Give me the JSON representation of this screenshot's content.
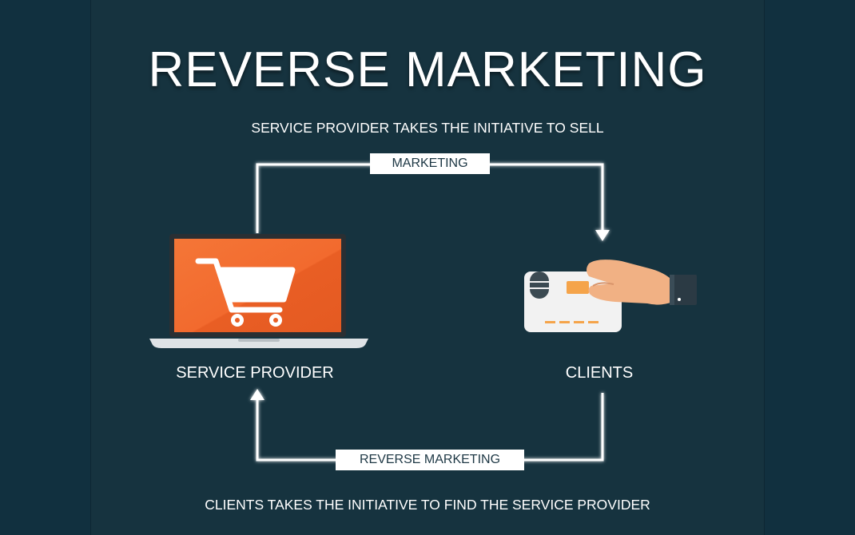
{
  "title": "REVERSE MARKETING",
  "top_caption": "SERVICE PROVIDER TAKES THE INITIATIVE TO SELL",
  "bottom_caption": "CLIENTS TAKES THE INITIATIVE TO FIND THE SERVICE PROVIDER",
  "nodes": {
    "provider": {
      "label": "SERVICE PROVIDER",
      "icon": "laptop-shopping-cart-icon"
    },
    "clients": {
      "label": "CLIENTS",
      "icon": "hand-holding-card-icon"
    }
  },
  "edges": {
    "marketing": {
      "label": "MARKETING",
      "from": "provider",
      "to": "clients"
    },
    "reverse": {
      "label": "REVERSE MARKETING",
      "from": "clients",
      "to": "provider"
    }
  },
  "colors": {
    "background": "#16333f",
    "accent": "#f26a2e",
    "text": "#ffffff",
    "arrow": "#ffffff"
  }
}
